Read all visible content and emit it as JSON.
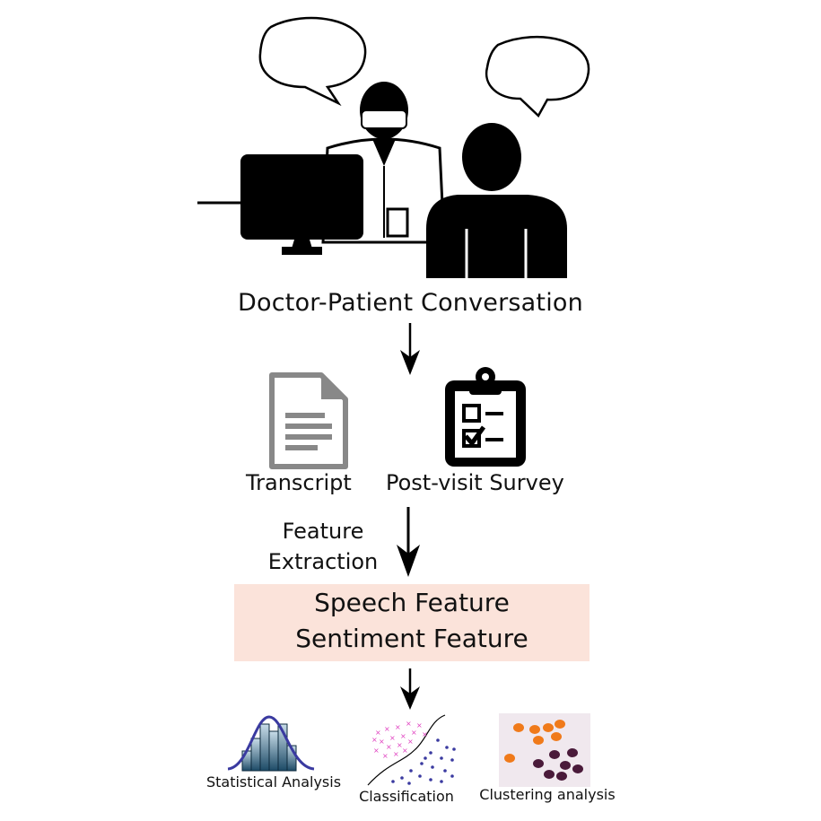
{
  "scene": {
    "caption": "Doctor-Patient Conversation"
  },
  "documents": {
    "transcript_label": "Transcript",
    "survey_label": "Post-visit Survey"
  },
  "extraction": {
    "line1": "Feature",
    "line2": "Extraction"
  },
  "features": {
    "box_color": "#fbe3da",
    "line1": "Speech Feature",
    "line2": "Sentiment Feature"
  },
  "analyses": {
    "statistical": "Statistical Analysis",
    "classification": "Classification",
    "clustering": "Clustering analysis"
  },
  "icons": [
    "speech-bubble-icon",
    "doctor-icon",
    "computer-monitor-icon",
    "patient-icon",
    "arrow-down-icon",
    "document-icon",
    "clipboard-icon",
    "histogram-icon",
    "scatter-classification-icon",
    "cluster-icon"
  ],
  "colors": {
    "histogram_bars": "#1c4a66",
    "histogram_curve": "#3a3aa0",
    "class_cross": "#e040c0",
    "class_dot": "#3a3aa0",
    "cluster_orange": "#f07a1a",
    "cluster_purple": "#4a1a3a",
    "cluster_bg": "#f0e8ee"
  }
}
